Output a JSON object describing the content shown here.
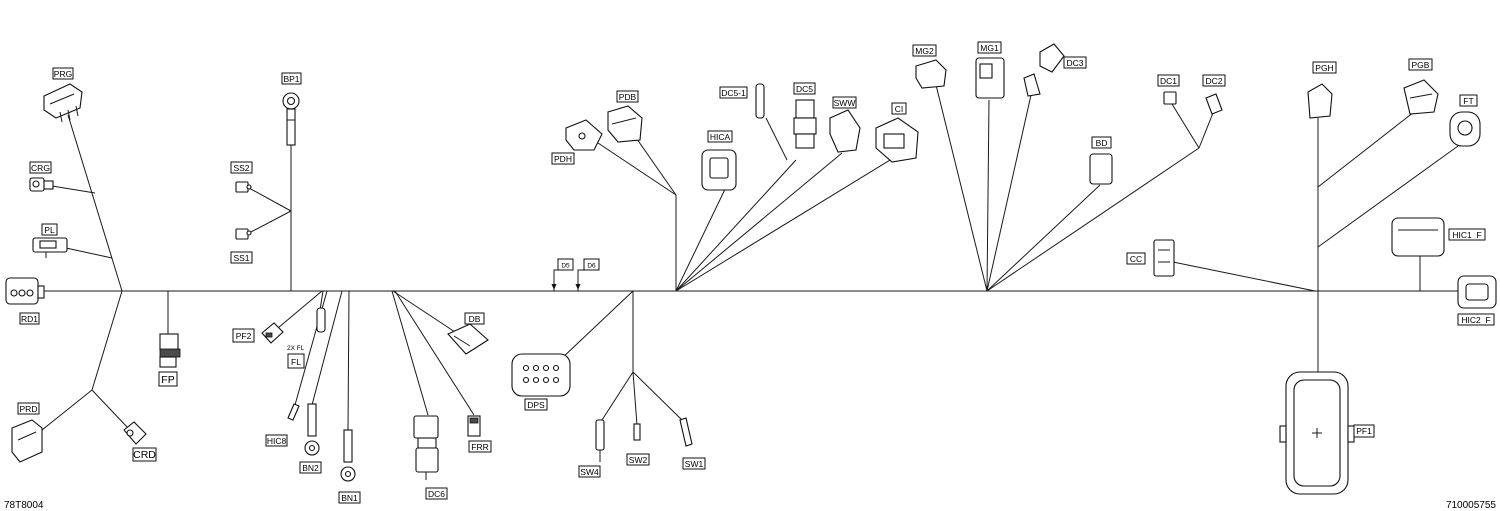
{
  "references": {
    "left": "78T8004",
    "right": "710005755"
  },
  "connectors": {
    "PRG": "PRG",
    "CRG": "CRG",
    "PL": "PL",
    "RD1": "RD1",
    "FP": "FP",
    "PRD": "PRD",
    "CRD": "CRD",
    "BP1": "BP1",
    "SS2": "SS2",
    "SS1": "SS1",
    "PF2": "PF2",
    "FL": "FL",
    "FL_note": "2X FL",
    "HIC8": "HIC8",
    "BN2": "BN2",
    "BN1": "BN1",
    "DC6": "DC6",
    "FRR": "FRR",
    "DB": "DB",
    "DPS": "DPS",
    "D5": "D5",
    "D6": "D6",
    "SW4": "SW4",
    "SW2": "SW2",
    "SW1": "SW1",
    "PDH": "PDH",
    "PDB": "PDB",
    "HICA": "HICA",
    "DC5_1": "DC5-1",
    "DC5": "DC5",
    "SWW": "SWW",
    "CI": "CI",
    "MG2": "MG2",
    "MG1": "MG1",
    "DC3": "DC3",
    "BD": "BD",
    "DC1": "DC1",
    "DC2": "DC2",
    "CC": "CC",
    "PGH": "PGH",
    "PGB": "PGB",
    "FT": "FT",
    "HIC1_F": "HIC1  F",
    "HIC2_F": "HIC2  F",
    "PF1": "PF1"
  }
}
